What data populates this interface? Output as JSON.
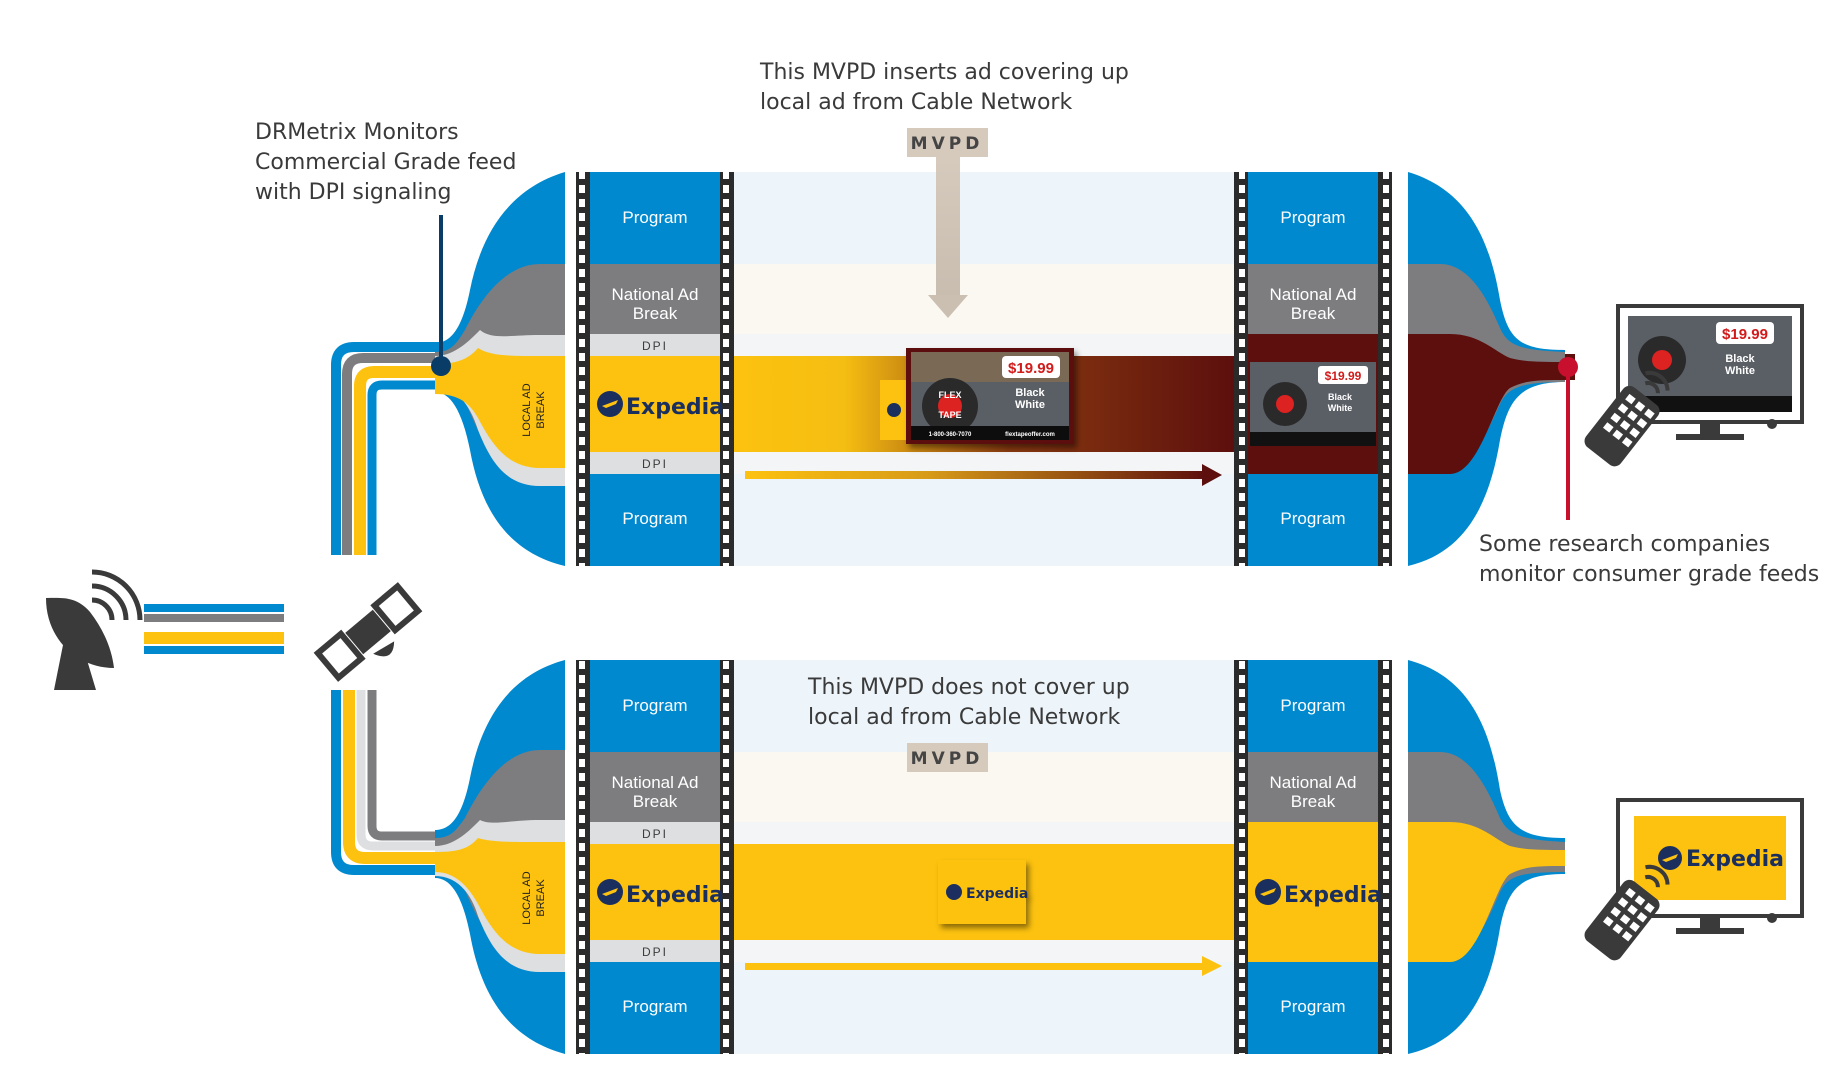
{
  "annotations": {
    "drmetrix": [
      "DRMetrix Monitors",
      "Commercial Grade feed",
      "with DPI signaling"
    ],
    "mvpd_inserts": [
      "This MVPD inserts ad covering up",
      "local ad from Cable Network"
    ],
    "mvpd_not_cover": [
      "This MVPD does not cover up",
      "local ad from Cable Network"
    ],
    "research": [
      "Some research companies",
      "monitor consumer grade feeds"
    ]
  },
  "labels": {
    "mvpd": "MVPD",
    "program": "Program",
    "national_ad_line1": "National Ad",
    "national_ad_line2": "Break",
    "dpi": "DPI",
    "local_ad_line1": "LOCAL AD",
    "local_ad_line2": "BREAK",
    "brand": "Expedia",
    "replacement_ad": {
      "product_line1": "FLEX",
      "product_line2": "TAPE",
      "price": "$19.99",
      "color_line1": "Black",
      "color_line2": "White",
      "phone": "1-800-360-7070",
      "url": "flextapeoffer.com"
    }
  },
  "icons": {
    "ground_station": "satellite-dish-icon",
    "satellite": "satellite-icon",
    "tv_top": "television-icon",
    "tv_bottom": "television-icon",
    "remote": "remote-control-icon",
    "monitor_pin": "probe-pin-icon",
    "airplane": "airplane-logo-icon"
  },
  "colors": {
    "blue": "#0089CE",
    "gray": "#7D7D80",
    "yellow": "#FDC20F",
    "light_gray": "#DDDFE0",
    "maroon": "#5C0F0D",
    "navy": "#0A3C68",
    "red": "#C8102E",
    "mvpd_box": "#D6CABD",
    "film": "#2B2B2B"
  }
}
